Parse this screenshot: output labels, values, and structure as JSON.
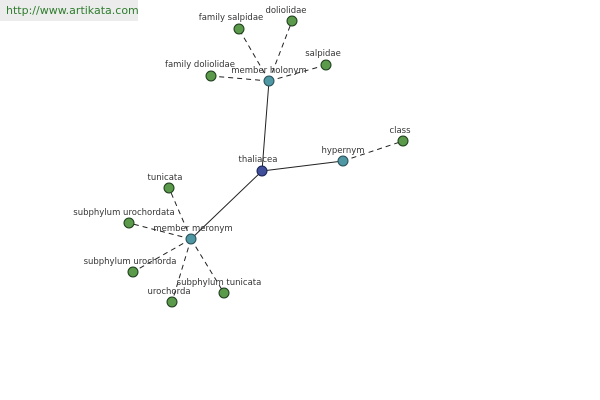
{
  "header": {
    "url": "http://www.artikata.com"
  },
  "colors": {
    "leaf_node": "#5a9a4a",
    "relation_node": "#4f98a3",
    "center_node": "#3f4f9a"
  },
  "graph": {
    "center": "thaliacea",
    "relations": [
      "member holonym",
      "hypernym",
      "member meronym"
    ],
    "leaves": {
      "member holonym": [
        "family salpidae",
        "doliolidae",
        "salpidae",
        "family doliolidae"
      ],
      "hypernym": [
        "class"
      ],
      "member meronym": [
        "tunicata",
        "subphylum urochordata",
        "subphylum urochorda",
        "subphylum tunicata",
        "urochorda"
      ]
    }
  }
}
